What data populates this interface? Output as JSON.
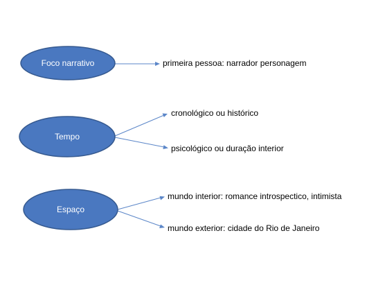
{
  "diagram": {
    "nodes": [
      {
        "label": "Foco narrativo",
        "children": [
          "primeira pessoa: narrador personagem"
        ]
      },
      {
        "label": "Tempo",
        "children": [
          "cronológico  ou histórico",
          "psicológico ou duração interior"
        ]
      },
      {
        "label": "Espaço",
        "children": [
          "mundo interior: romance introspectico, intimista",
          "mundo exterior: cidade do Rio de Janeiro"
        ]
      }
    ],
    "colors": {
      "node_fill": "#4a78c0",
      "node_stroke": "#35598f",
      "connector": "#5b86c8",
      "node_text": "#ffffff",
      "leaf_text": "#000000"
    }
  }
}
